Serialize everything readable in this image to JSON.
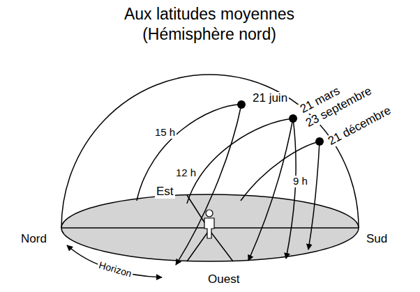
{
  "diagram": {
    "title": "Aux latitudes moyennes (Hémisphère nord)",
    "labels": [
      "21 juin",
      "21 mars",
      "23 septembre",
      "21 décembre",
      "15 h",
      "12 h",
      "9 h",
      "Est",
      "Nord",
      "Sud",
      "Ouest",
      "Horizon"
    ]
  }
}
